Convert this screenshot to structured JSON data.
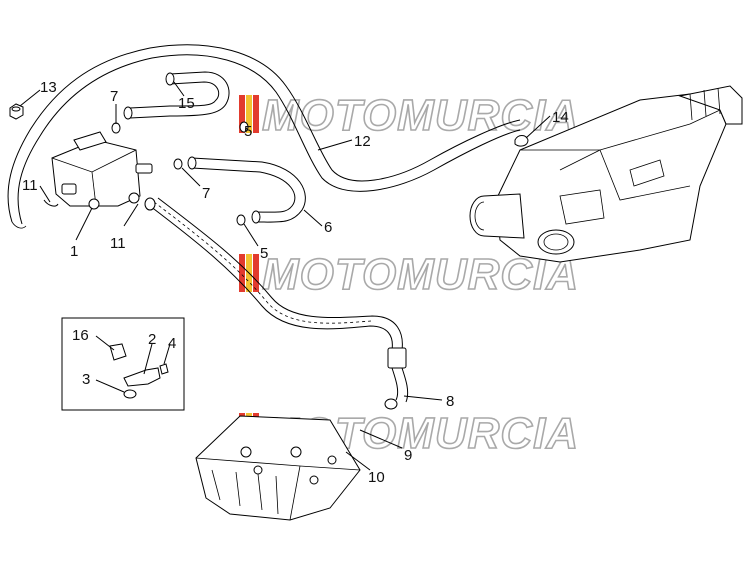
{
  "watermark": {
    "text": "MOTOMURCIA",
    "colors": [
      "#e23b2e",
      "#f2c230",
      "#9a9a9a"
    ]
  },
  "callouts": [
    {
      "id": "c13",
      "label": "13"
    },
    {
      "id": "c7a",
      "label": "7"
    },
    {
      "id": "c15",
      "label": "15"
    },
    {
      "id": "c5a",
      "label": "5"
    },
    {
      "id": "c12",
      "label": "12"
    },
    {
      "id": "c14",
      "label": "14"
    },
    {
      "id": "c11a",
      "label": "11"
    },
    {
      "id": "c7b",
      "label": "7"
    },
    {
      "id": "c1",
      "label": "1"
    },
    {
      "id": "c11b",
      "label": "11"
    },
    {
      "id": "c6",
      "label": "6"
    },
    {
      "id": "c5b",
      "label": "5"
    },
    {
      "id": "c16",
      "label": "16"
    },
    {
      "id": "c2",
      "label": "2"
    },
    {
      "id": "c4",
      "label": "4"
    },
    {
      "id": "c3",
      "label": "3"
    },
    {
      "id": "c8",
      "label": "8"
    },
    {
      "id": "c9",
      "label": "9"
    },
    {
      "id": "c10",
      "label": "10"
    }
  ]
}
